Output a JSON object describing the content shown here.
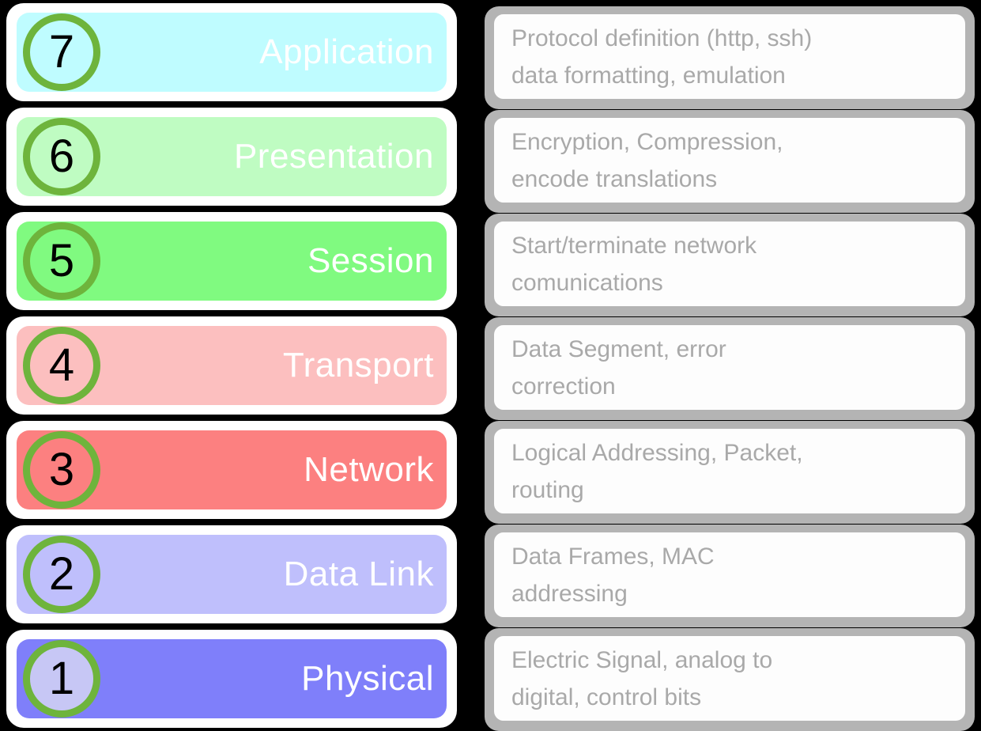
{
  "title": "OSI Model layers diagram",
  "colors": {
    "background": "#000000",
    "circle_ring": "#6eb43c",
    "number_text": "#000000",
    "layer_label_text": "#ffffff",
    "left_card_bg": "#ffffff",
    "description_panel_bg": "#b4b4b4",
    "description_box_bg": "#fdfdfd",
    "description_text": "#a9a9a9"
  },
  "layers": [
    {
      "number": "7",
      "name": "Application",
      "bar_color": "#bffcff",
      "circle_fill": "#bffcff",
      "desc_line1": "Protocol definition (http, ssh)",
      "desc_line2": "data formatting, emulation"
    },
    {
      "number": "6",
      "name": "Presentation",
      "bar_color": "#bffcc2",
      "circle_fill": "#bffcc2",
      "desc_line1": "Encryption, Compression,",
      "desc_line2": "encode translations"
    },
    {
      "number": "5",
      "name": "Session",
      "bar_color": "#80fa80",
      "circle_fill": "#80fa80",
      "desc_line1": "Start/terminate network",
      "desc_line2": "comunications"
    },
    {
      "number": "4",
      "name": "Transport",
      "bar_color": "#fcbfbf",
      "circle_fill": "#fcbfbf",
      "desc_line1": "Data Segment, error",
      "desc_line2": "correction"
    },
    {
      "number": "3",
      "name": "Network",
      "bar_color": "#fc8080",
      "circle_fill": "#fc8080",
      "desc_line1": "Logical Addressing, Packet,",
      "desc_line2": "routing"
    },
    {
      "number": "2",
      "name": "Data Link",
      "bar_color": "#bfbffc",
      "circle_fill": "#bfbffc",
      "desc_line1": "Data Frames, MAC",
      "desc_line2": "addressing"
    },
    {
      "number": "1",
      "name": "Physical",
      "bar_color": "#7f7ffa",
      "circle_fill": "#c7c7f5",
      "desc_line1": "Electric Signal, analog to",
      "desc_line2": "digital, control bits"
    }
  ]
}
